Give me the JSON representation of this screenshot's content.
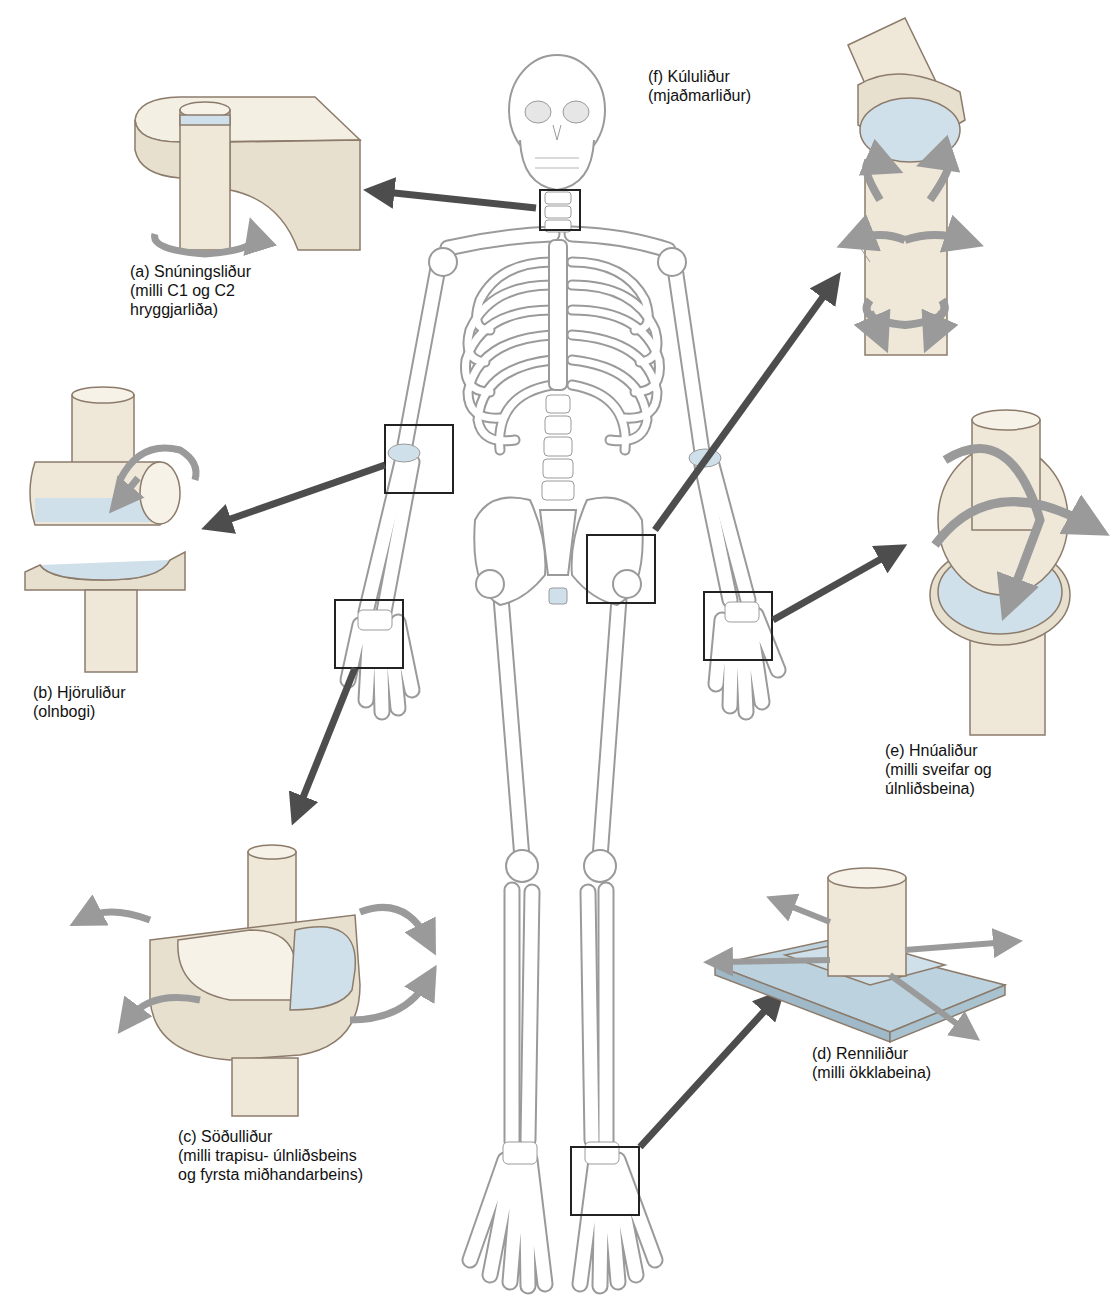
{
  "diagram": {
    "labels": [
      "(a) Snúningsliður",
      "(milli C1 og C2 hryggjarliða)",
      "(b) Hjöruliður",
      "(olnbogi)",
      "(c) Söðulliður",
      "(milli trapisu- úlnliðsbeins og fyrsta miðhandarbeins)",
      "(d) Renniliður",
      "(milli ökklabeina)",
      "(e) Hnúaliður",
      "(milli sveifar og úlnliðsbeina)",
      "(f) Kúluliður",
      "(mjaðmarliður)"
    ]
  }
}
